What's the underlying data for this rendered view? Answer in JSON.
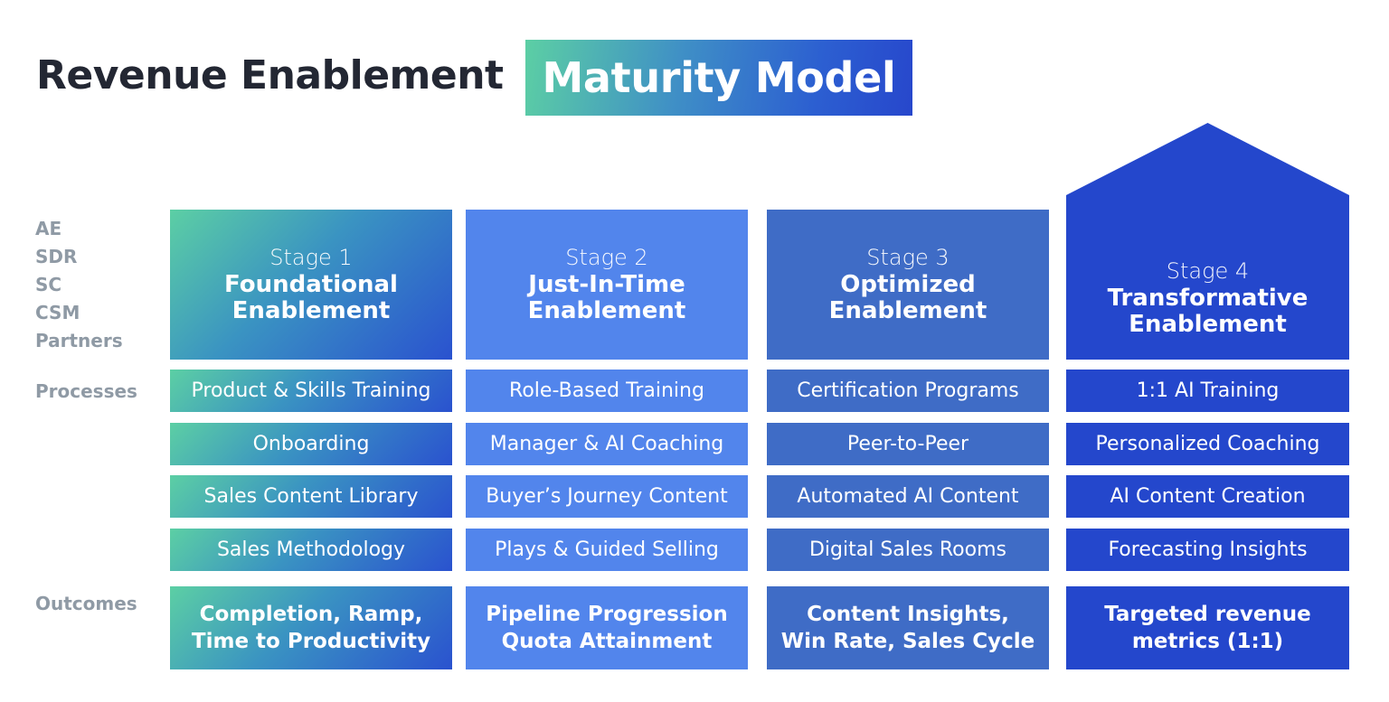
{
  "title": {
    "main": "Revenue Enablement",
    "badge": "Maturity Model"
  },
  "roles": [
    "AE",
    "SDR",
    "SC",
    "CSM",
    "Partners"
  ],
  "row_labels": {
    "processes": "Processes",
    "outcomes": "Outcomes"
  },
  "stages": [
    {
      "number": "Stage 1",
      "name_line1": "Foundational",
      "name_line2": "Enablement",
      "processes": [
        "Product & Skills Training",
        "Onboarding",
        "Sales Content Library",
        "Sales Methodology"
      ],
      "outcome_line1": "Completion, Ramp,",
      "outcome_line2": "Time to Productivity"
    },
    {
      "number": "Stage 2",
      "name_line1": "Just-In-Time",
      "name_line2": "Enablement",
      "processes": [
        "Role-Based Training",
        "Manager & AI Coaching",
        "Buyer’s Journey Content",
        "Plays & Guided Selling"
      ],
      "outcome_line1": "Pipeline Progression",
      "outcome_line2": "Quota Attainment"
    },
    {
      "number": "Stage 3",
      "name_line1": "Optimized",
      "name_line2": "Enablement",
      "processes": [
        "Certification Programs",
        "Peer-to-Peer",
        "Automated AI Content",
        "Digital Sales Rooms"
      ],
      "outcome_line1": "Content Insights,",
      "outcome_line2": "Win Rate, Sales Cycle"
    },
    {
      "number": "Stage 4",
      "name_line1": "Transformative",
      "name_line2": "Enablement",
      "processes": [
        "1:1 AI Training",
        "Personalized Coaching",
        "AI Content Creation",
        "Forecasting Insights"
      ],
      "outcome_line1": "Targeted revenue",
      "outcome_line2": "metrics (1:1)"
    }
  ],
  "colors": {
    "stage1_gradient_start": "#5ccfa4",
    "stage1_gradient_end": "#2a52cf",
    "stage2": "#5285ec",
    "stage3": "#3f6cc6",
    "stage4": "#2447cc",
    "side_labels": "#8f9aa5",
    "title_text": "#232733"
  }
}
